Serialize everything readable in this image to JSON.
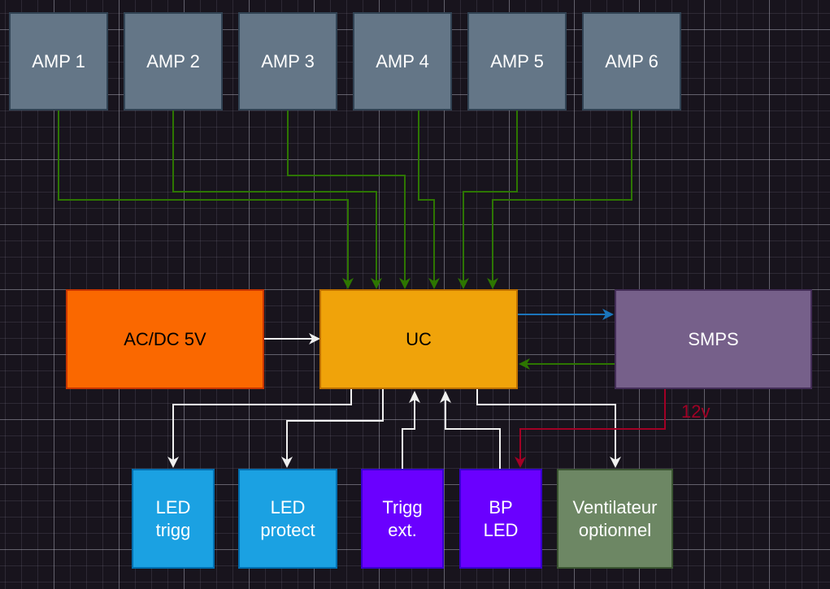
{
  "diagram": {
    "amps": [
      "AMP 1",
      "AMP 2",
      "AMP 3",
      "AMP 4",
      "AMP 5",
      "AMP 6"
    ],
    "acdc": "AC/DC 5V",
    "uc": "UC",
    "smps": "SMPS",
    "outputs": {
      "led_trigg": [
        "LED",
        "trigg"
      ],
      "led_protect": [
        "LED",
        "protect"
      ],
      "trigg_ext": [
        "Trigg",
        "ext."
      ],
      "bp_led": [
        "BP",
        "LED"
      ],
      "ventilateur": [
        "Ventilateur",
        "optionnel"
      ]
    },
    "edge_label_12v": "12v",
    "colors": {
      "amp_link": "#2d7600",
      "uc_to_smps": "#1b75bb",
      "smps_to_uc": "#2d7600",
      "power_12v": "#a20025",
      "signal": "#f0f0f0"
    }
  }
}
